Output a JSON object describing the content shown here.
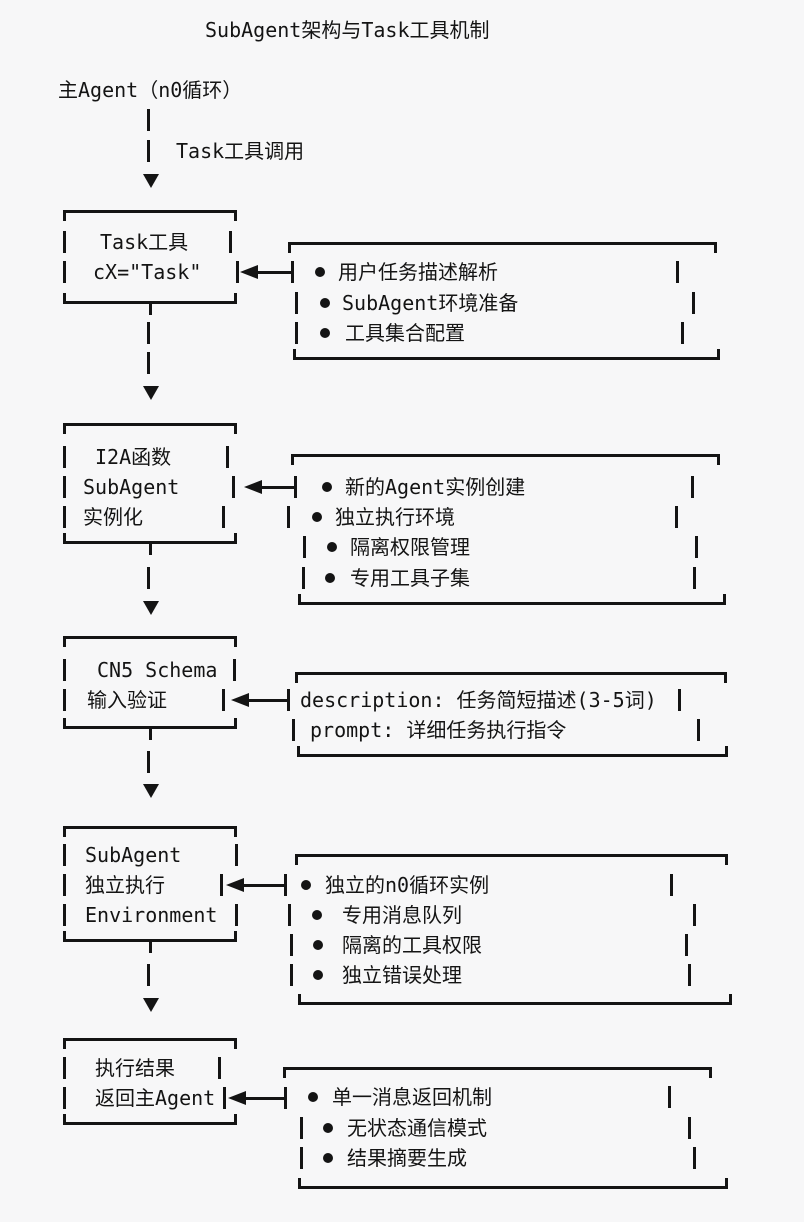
{
  "page": {
    "background": "#f7f7f8",
    "ink": "#141414"
  },
  "header": {
    "title": "SubAgent架构与Task工具机制",
    "main_agent": "主Agent（n0循环）",
    "task_call_label": "Task工具调用"
  },
  "sections": [
    {
      "box": {
        "lines": [
          "Task工具",
          "cX=\"Task\""
        ]
      },
      "panel": {
        "items": [
          "用户任务描述解析",
          "SubAgent环境准备",
          "工具集合配置"
        ]
      }
    },
    {
      "box": {
        "lines": [
          "I2A函数",
          "SubAgent",
          "实例化"
        ]
      },
      "panel": {
        "items": [
          "新的Agent实例创建",
          "独立执行环境",
          "隔离权限管理",
          "专用工具子集"
        ]
      }
    },
    {
      "box": {
        "lines": [
          "CN5 Schema",
          "输入验证"
        ]
      },
      "panel": {
        "items": [
          "description: 任务简短描述(3-5词)",
          "prompt: 详细任务执行指令"
        ]
      }
    },
    {
      "box": {
        "lines": [
          "SubAgent",
          "独立执行",
          "Environment"
        ]
      },
      "panel": {
        "items": [
          "独立的n0循环实例",
          "专用消息队列",
          "隔离的工具权限",
          "独立错误处理"
        ]
      }
    },
    {
      "box": {
        "lines": [
          "执行结果",
          "返回主Agent"
        ]
      },
      "panel": {
        "items": [
          "单一消息返回机制",
          "无状态通信模式",
          "结果摘要生成"
        ]
      }
    }
  ]
}
